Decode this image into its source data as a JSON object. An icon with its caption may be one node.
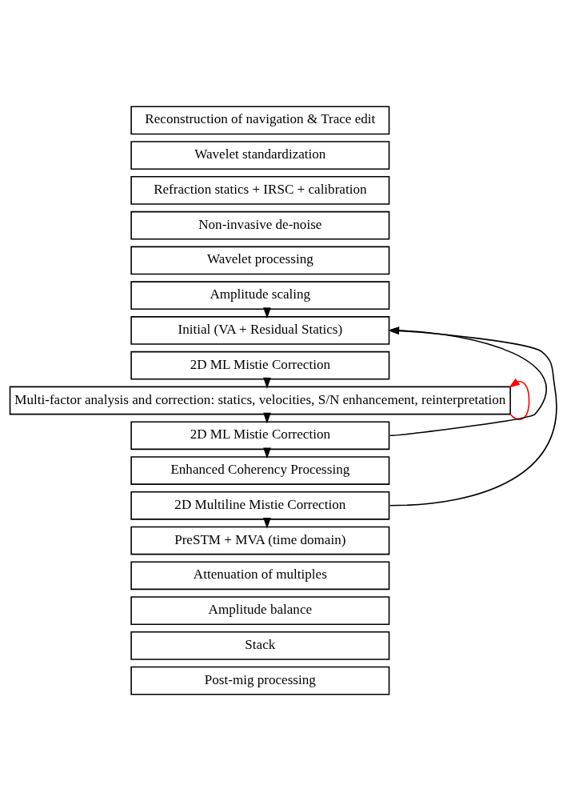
{
  "diagram": {
    "nodes": [
      {
        "text": [
          "Reconstruction of navigation & Trace edit"
        ]
      },
      {
        "text": [
          "Wavelet standardization"
        ]
      },
      {
        "text": [
          "Refraction statics + IRSC + calibration"
        ]
      },
      {
        "text": [
          "Non-invasive de-noise"
        ]
      },
      {
        "text": [
          "Wavelet processing"
        ]
      },
      {
        "text": [
          "Amplitude scaling"
        ]
      },
      {
        "text": [
          "Initial (VA + Residual Statics)"
        ]
      },
      {
        "text": [
          "2D ML Mistie Correction"
        ]
      },
      {
        "text": [
          "Multi-factor analysis and correction: statics, velocities, S/N enhancement, reinterpretation"
        ]
      },
      {
        "text": [
          "2D ML Mistie Correction"
        ]
      },
      {
        "text": [
          "Enhanced Coherency Processing"
        ]
      },
      {
        "text": [
          "2D Multiline Mistie Correction"
        ]
      },
      {
        "text": [
          "PreSTM + MVA (time domain)"
        ]
      },
      {
        "text": [
          "Attenuation of multiples"
        ]
      },
      {
        "text": [
          "Amplitude balance"
        ]
      },
      {
        "text": [
          "Stack"
        ]
      },
      {
        "text": [
          "Post-mig processing"
        ]
      }
    ],
    "edges": [
      {
        "from": 5,
        "to": 6,
        "arrow": "to"
      },
      {
        "from": 7,
        "to": 8,
        "arrow": "to"
      },
      {
        "from": 8,
        "to": 9,
        "arrow": "to"
      },
      {
        "from": 8,
        "to": 8,
        "arrow": "to",
        "color": "#ff0000"
      },
      {
        "from": 9,
        "to": 10,
        "arrow": "to"
      },
      {
        "from": 9,
        "to": 6,
        "arrow": "to"
      },
      {
        "from": 11,
        "to": 12,
        "arrow": "to"
      },
      {
        "from": 11,
        "to": 6,
        "arrow": "to"
      }
    ]
  }
}
